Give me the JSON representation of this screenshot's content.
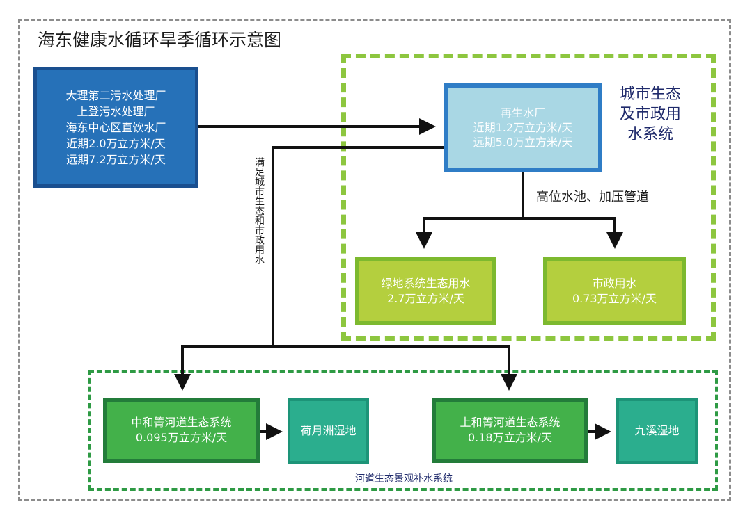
{
  "title": "海东健康水循环旱季循环示意图",
  "zones": {
    "city": [
      "城市生态",
      "及市政用",
      "水系统"
    ],
    "river": "河道生态景观补水系统"
  },
  "connector_labels": {
    "vertical": "满足城市生态和市政用水",
    "pipe": "高位水池、加压管道"
  },
  "source": {
    "lines": [
      "大理第二污水处理厂",
      "上登污水处理厂",
      "海东中心区直饮水厂",
      "近期2.0万立方米/天",
      "远期7.2万立方米/天"
    ]
  },
  "regen_plant": {
    "lines": [
      "再生水厂",
      "近期1.2万立方米/天",
      "远期5.0万立方米/天"
    ]
  },
  "greenland": {
    "name": "绿地系统生态用水",
    "value": "2.7万立方米/天"
  },
  "municipal": {
    "name": "市政用水",
    "value": "0.73万立方米/天"
  },
  "river_middle": {
    "name": "中和箐河道生态系统",
    "value": "0.095万立方米/天"
  },
  "river_upper": {
    "name": "上和箐河道生态系统",
    "value": "0.18万立方米/天"
  },
  "wetland1": {
    "name": "荷月洲湿地"
  },
  "wetland2": {
    "name": "九溪湿地"
  },
  "colors": {
    "source_fill": "#2671b8",
    "regen_fill": "#a9d7e4",
    "city_green": "#b4cf3e",
    "river_green": "#43b14a",
    "wetland_teal": "#2bae8e",
    "label_navy": "#1f2a6b"
  }
}
